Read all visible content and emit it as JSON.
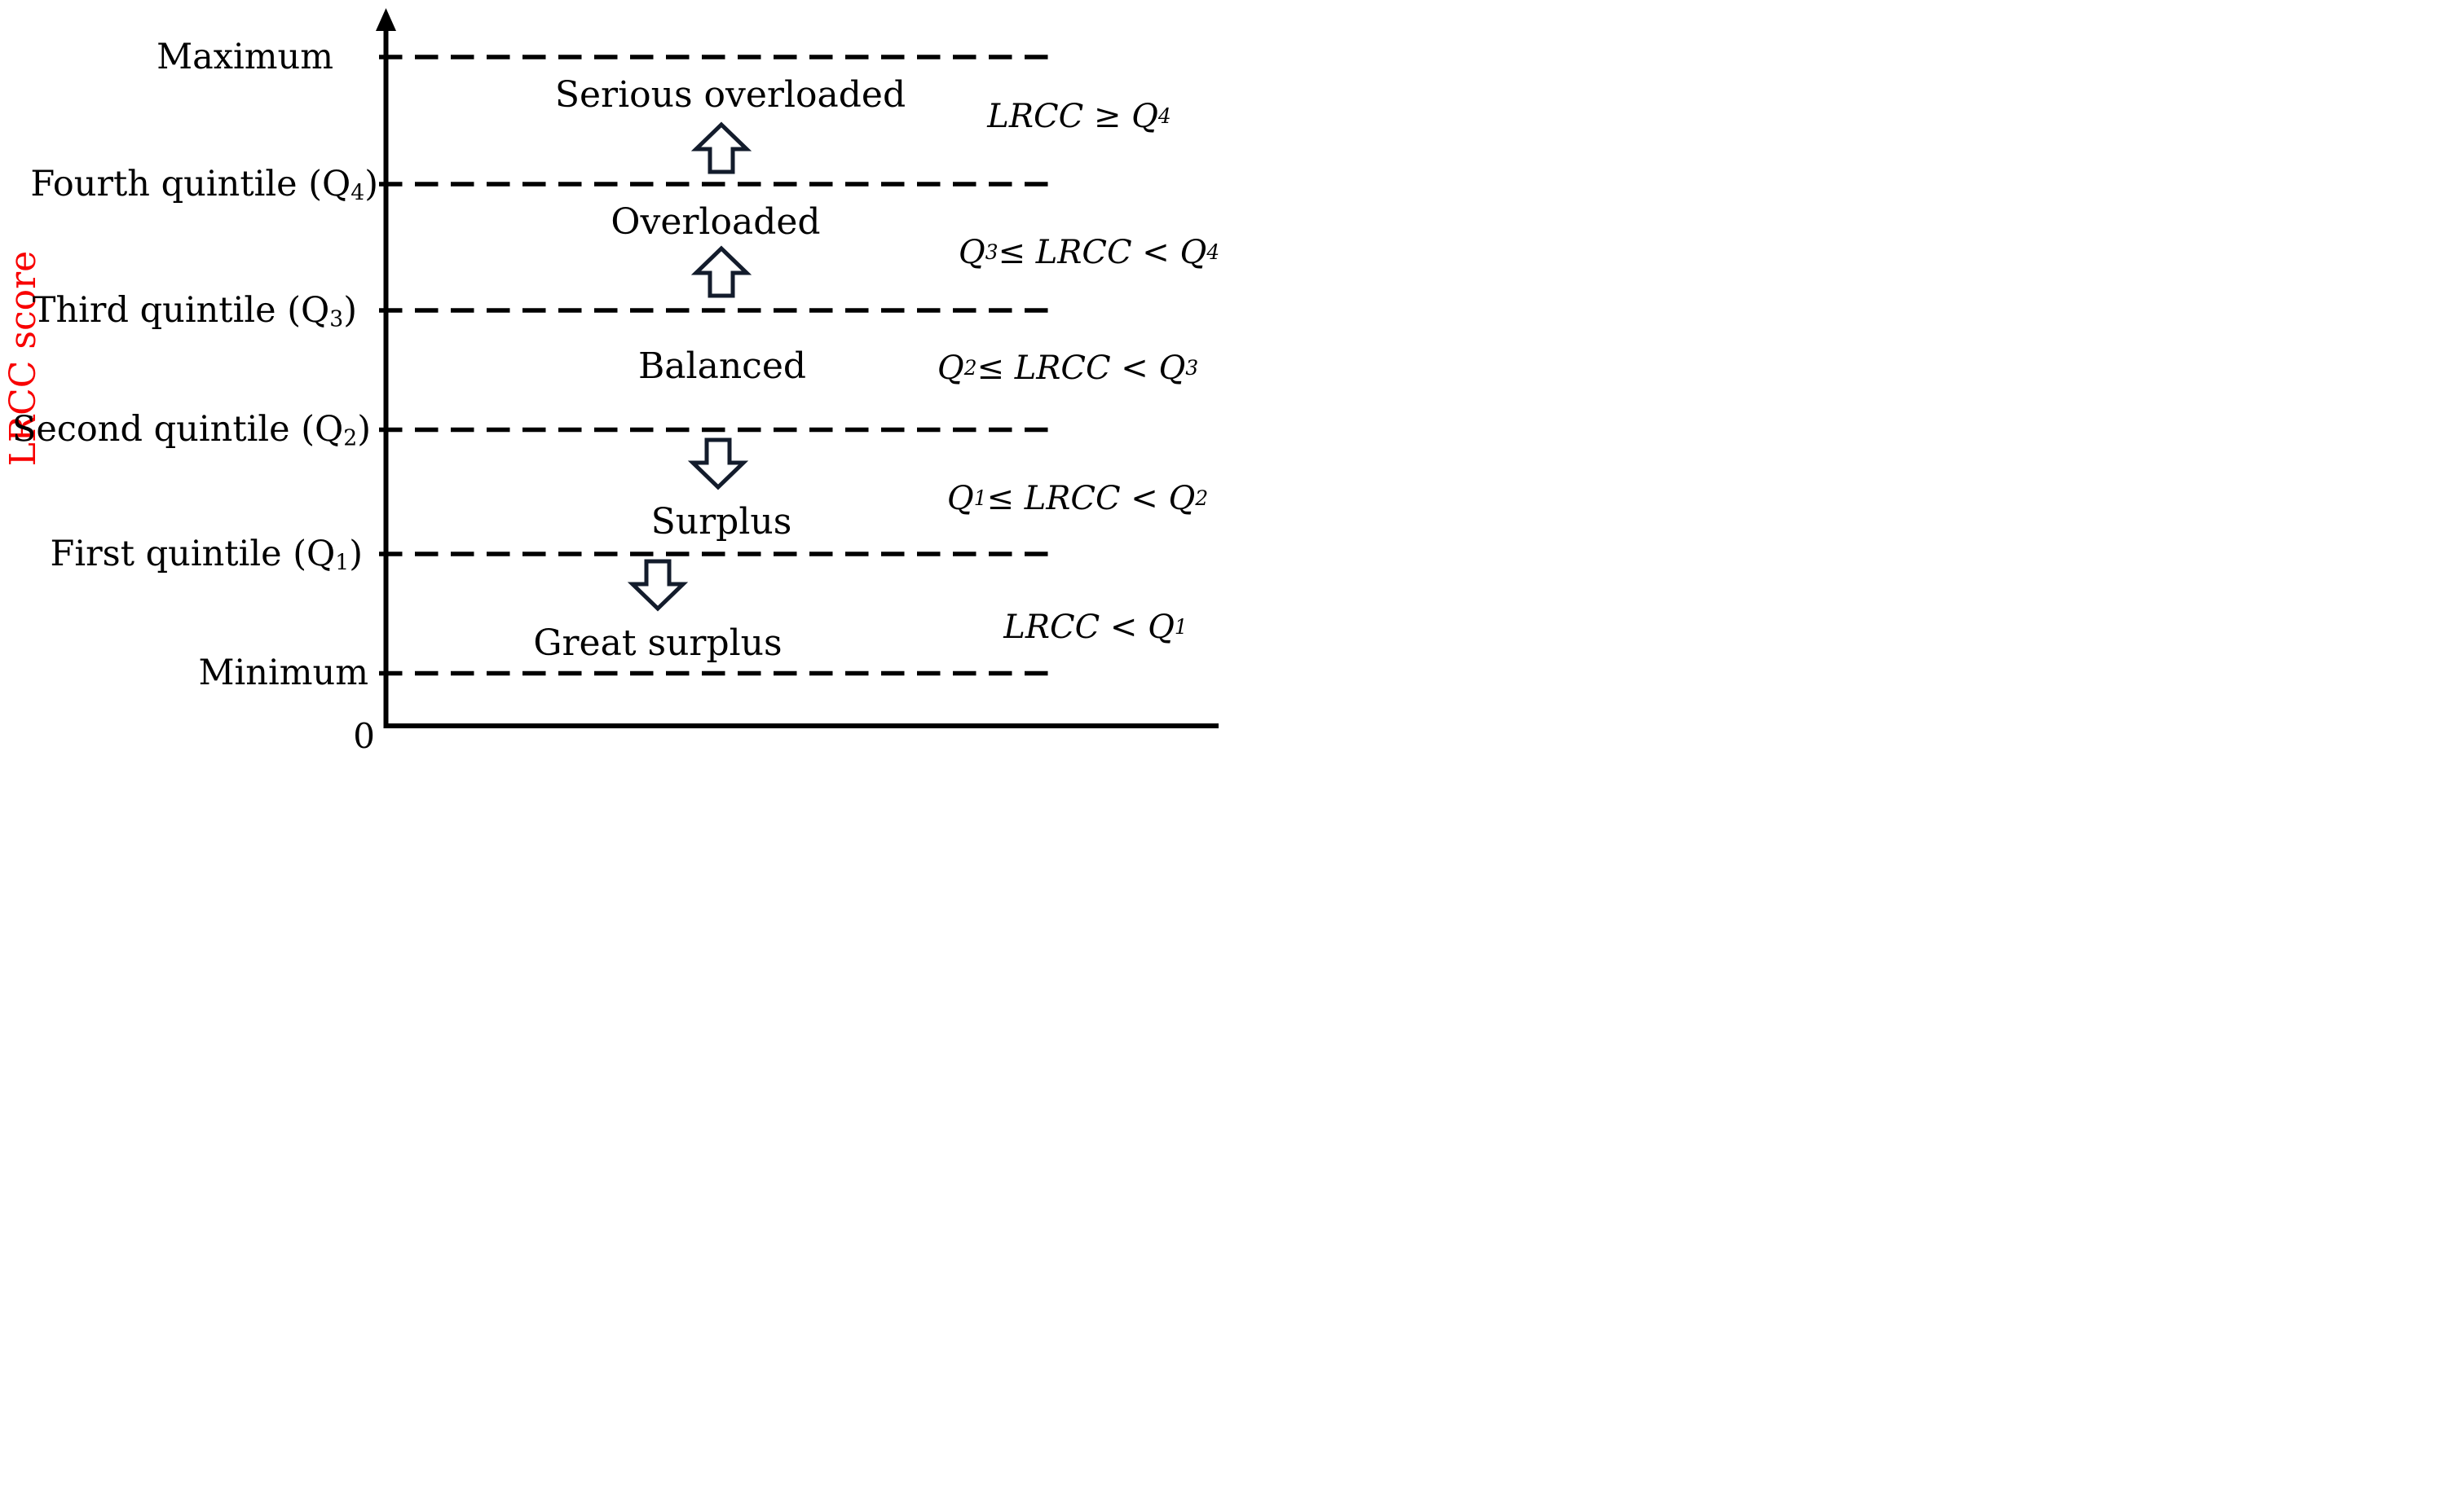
{
  "colors": {
    "axis": "#000000",
    "dashed_line": "#000000",
    "arrow_outline": "#131c2c",
    "arrow_fill": "#ffffff",
    "text": "#000000",
    "y_axis_label": "#f80000"
  },
  "y_axis": {
    "label": "LRCC score",
    "origin": "0",
    "ticks": [
      "Maximum",
      "Fourth quintile (Q₄)",
      "Third quintile (Q₃)",
      "Second quintile (Q₂)",
      "First quintile (Q₁)",
      "Minimum"
    ]
  },
  "zones": [
    {
      "label": "Serious overloaded",
      "condition": "LRCC ≥ Q₄",
      "arrow": "up"
    },
    {
      "label": "Overloaded",
      "condition": "Q₃ ≤ LRCC < Q₄",
      "arrow": "up"
    },
    {
      "label": "Balanced",
      "condition": "Q₂ ≤ LRCC < Q₃",
      "arrow": "none"
    },
    {
      "label": "Surplus",
      "condition": "Q₁ ≤ LRCC < Q₂",
      "arrow": "down"
    },
    {
      "label": "Great surplus",
      "condition": "LRCC < Q₁",
      "arrow": "down"
    }
  ]
}
